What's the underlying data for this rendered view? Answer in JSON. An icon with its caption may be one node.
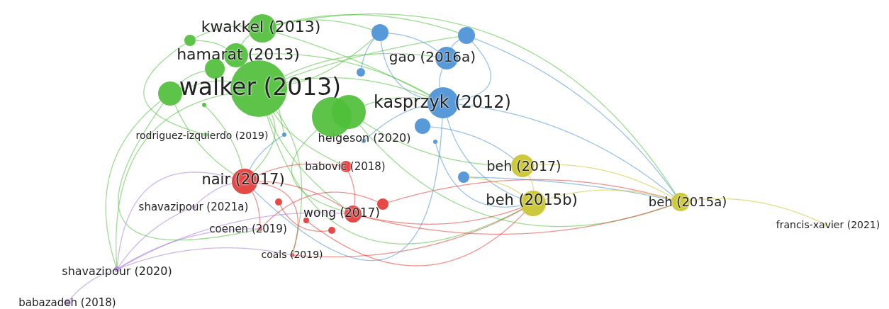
{
  "diagram": {
    "nodes": [
      {
        "text": [
          "kwakkel (2013)"
        ]
      },
      {
        "text": [
          "hamarat (2013)"
        ]
      },
      {
        "text": [
          "walker (2013)"
        ]
      },
      {
        "text": [
          "kasprzyk (2012)"
        ]
      },
      {
        "text": [
          "gao (2016a)"
        ]
      },
      {
        "text": [
          "rodriguez-izquierdo (2019)"
        ]
      },
      {
        "text": [
          "helgeson (2020)"
        ]
      },
      {
        "text": [
          "babovic (2018)"
        ]
      },
      {
        "text": [
          "nair (2017)"
        ]
      },
      {
        "text": [
          "shavazipour (2021a)"
        ]
      },
      {
        "text": [
          "wong (2017)"
        ]
      },
      {
        "text": [
          "coenen (2019)"
        ]
      },
      {
        "text": [
          "coals (2019)"
        ]
      },
      {
        "text": [
          "shavazipour (2020)"
        ]
      },
      {
        "text": [
          "babazadeh (2018)"
        ]
      },
      {
        "text": [
          "beh (2017)"
        ]
      },
      {
        "text": [
          "beh (2015b)"
        ]
      },
      {
        "text": [
          "beh (2015a)"
        ]
      },
      {
        "text": [
          "francis-xavier (2021)"
        ]
      },
      {
        "text": [],
        "shape": "circle"
      },
      {
        "text": [],
        "shape": "circle"
      },
      {
        "text": [],
        "shape": "circle"
      },
      {
        "text": [],
        "shape": "circle"
      },
      {
        "text": [],
        "shape": "circle"
      },
      {
        "text": [],
        "shape": "circle"
      },
      {
        "text": [],
        "shape": "circle"
      },
      {
        "text": [],
        "shape": "circle"
      },
      {
        "text": [],
        "shape": "circle"
      },
      {
        "text": [],
        "shape": "circle"
      },
      {
        "text": [],
        "shape": "circle"
      },
      {
        "text": [],
        "shape": "circle"
      },
      {
        "text": [],
        "shape": "circle"
      },
      {
        "text": [],
        "shape": "circle"
      },
      {
        "text": [],
        "shape": "circle"
      },
      {
        "text": [],
        "shape": "circle"
      },
      {
        "text": [],
        "shape": "circle"
      }
    ],
    "edges": [
      {
        "from": 2,
        "to": 3,
        "arrow": "none",
        "color": "#4fbf3a"
      },
      {
        "from": 2,
        "to": 4,
        "arrow": "none",
        "color": "#4fbf3a"
      },
      {
        "from": 2,
        "to": 8,
        "arrow": "none",
        "color": "#4fbf3a"
      },
      {
        "from": 2,
        "to": 10,
        "arrow": "none",
        "color": "#4fbf3a"
      },
      {
        "from": 2,
        "to": 16,
        "arrow": "none",
        "color": "#4fbf3a"
      },
      {
        "from": 2,
        "to": 19,
        "arrow": "none",
        "color": "#4fbf3a"
      },
      {
        "from": 2,
        "to": 30,
        "arrow": "none",
        "color": "#4fbf3a"
      },
      {
        "from": 2,
        "to": 25,
        "arrow": "none",
        "color": "#4fbf3a"
      },
      {
        "from": 2,
        "to": 26,
        "arrow": "none",
        "color": "#4fbf3a"
      },
      {
        "from": 2,
        "to": 13,
        "arrow": "none",
        "color": "#4fbf3a"
      },
      {
        "from": 2,
        "to": 7,
        "arrow": "none",
        "color": "#4fbf3a"
      },
      {
        "from": 2,
        "to": 12,
        "arrow": "none",
        "color": "#4fbf3a"
      },
      {
        "from": 0,
        "to": 3,
        "arrow": "none",
        "color": "#4fbf3a"
      },
      {
        "from": 0,
        "to": 26,
        "arrow": "none",
        "color": "#4fbf3a"
      },
      {
        "from": 0,
        "to": 17,
        "arrow": "none",
        "color": "#4fbf3a"
      },
      {
        "from": 0,
        "to": 21,
        "arrow": "none",
        "color": "#4fbf3a"
      },
      {
        "from": 0,
        "to": 25,
        "arrow": "none",
        "color": "#4fbf3a"
      },
      {
        "from": 1,
        "to": 3,
        "arrow": "none",
        "color": "#4fbf3a"
      },
      {
        "from": 1,
        "to": 0,
        "arrow": "none",
        "color": "#4fbf3a"
      },
      {
        "from": 1,
        "to": 21,
        "arrow": "none",
        "color": "#4fbf3a"
      },
      {
        "from": 19,
        "to": 13,
        "arrow": "none",
        "color": "#4fbf3a"
      },
      {
        "from": 19,
        "to": 8,
        "arrow": "none",
        "color": "#4fbf3a"
      },
      {
        "from": 19,
        "to": 11,
        "arrow": "none",
        "color": "#4fbf3a"
      },
      {
        "from": 23,
        "to": 3,
        "arrow": "none",
        "color": "#4fbf3a"
      },
      {
        "from": 23,
        "to": 17,
        "arrow": "none",
        "color": "#4fbf3a"
      },
      {
        "from": 22,
        "to": 10,
        "arrow": "none",
        "color": "#4fbf3a"
      },
      {
        "from": 23,
        "to": 15,
        "arrow": "none",
        "color": "#4fbf3a"
      },
      {
        "from": 20,
        "to": 19,
        "arrow": "none",
        "color": "#4fbf3a"
      },
      {
        "from": 21,
        "to": 5,
        "arrow": "none",
        "color": "#4fbf3a"
      },
      {
        "from": 24,
        "to": 8,
        "arrow": "none",
        "color": "#4fbf3a"
      },
      {
        "from": 3,
        "to": 4,
        "arrow": "none",
        "color": "#4a90d6"
      },
      {
        "from": 3,
        "to": 25,
        "arrow": "none",
        "color": "#4a90d6"
      },
      {
        "from": 3,
        "to": 26,
        "arrow": "none",
        "color": "#4a90d6"
      },
      {
        "from": 3,
        "to": 17,
        "arrow": "none",
        "color": "#4a90d6"
      },
      {
        "from": 3,
        "to": 16,
        "arrow": "none",
        "color": "#4a90d6"
      },
      {
        "from": 3,
        "to": 8,
        "arrow": "none",
        "color": "#4a90d6"
      },
      {
        "from": 4,
        "to": 25,
        "arrow": "none",
        "color": "#4a90d6"
      },
      {
        "from": 4,
        "to": 26,
        "arrow": "none",
        "color": "#4a90d6"
      },
      {
        "from": 26,
        "to": 17,
        "arrow": "none",
        "color": "#4a90d6"
      },
      {
        "from": 25,
        "to": 27,
        "arrow": "none",
        "color": "#4a90d6"
      },
      {
        "from": 28,
        "to": 15,
        "arrow": "none",
        "color": "#4a90d6"
      },
      {
        "from": 29,
        "to": 17,
        "arrow": "none",
        "color": "#4a90d6"
      },
      {
        "from": 30,
        "to": 8,
        "arrow": "none",
        "color": "#4a90d6"
      },
      {
        "from": 31,
        "to": 16,
        "arrow": "none",
        "color": "#4a90d6"
      },
      {
        "from": 6,
        "to": 3,
        "arrow": "none",
        "color": "#4a90d6"
      },
      {
        "from": 8,
        "to": 10,
        "arrow": "none",
        "color": "#e23a36"
      },
      {
        "from": 8,
        "to": 11,
        "arrow": "none",
        "color": "#e23a36"
      },
      {
        "from": 8,
        "to": 7,
        "arrow": "none",
        "color": "#e23a36"
      },
      {
        "from": 8,
        "to": 12,
        "arrow": "none",
        "color": "#e23a36"
      },
      {
        "from": 10,
        "to": 17,
        "arrow": "none",
        "color": "#e23a36"
      },
      {
        "from": 10,
        "to": 16,
        "arrow": "none",
        "color": "#e23a36"
      },
      {
        "from": 7,
        "to": 10,
        "arrow": "none",
        "color": "#e23a36"
      },
      {
        "from": 12,
        "to": 16,
        "arrow": "none",
        "color": "#e23a36"
      },
      {
        "from": 11,
        "to": 35,
        "arrow": "none",
        "color": "#e23a36"
      },
      {
        "from": 32,
        "to": 34,
        "arrow": "none",
        "color": "#e23a36"
      },
      {
        "from": 35,
        "to": 17,
        "arrow": "none",
        "color": "#e23a36"
      },
      {
        "from": 33,
        "to": 16,
        "arrow": "none",
        "color": "#e23a36"
      },
      {
        "from": 17,
        "to": 18,
        "arrow": "none",
        "color": "#c9c42c"
      },
      {
        "from": 17,
        "to": 15,
        "arrow": "none",
        "color": "#c9c42c"
      },
      {
        "from": 17,
        "to": 16,
        "arrow": "none",
        "color": "#c9c42c"
      },
      {
        "from": 15,
        "to": 16,
        "arrow": "none",
        "color": "#c9c42c"
      },
      {
        "from": 16,
        "to": 29,
        "arrow": "none",
        "color": "#c9c42c"
      },
      {
        "from": 13,
        "to": 14,
        "arrow": "none",
        "color": "#a77bd8"
      },
      {
        "from": 13,
        "to": 9,
        "arrow": "none",
        "color": "#a77bd8"
      },
      {
        "from": 13,
        "to": 8,
        "arrow": "none",
        "color": "#a77bd8"
      },
      {
        "from": 13,
        "to": 10,
        "arrow": "none",
        "color": "#a77bd8"
      },
      {
        "from": 13,
        "to": 11,
        "arrow": "none",
        "color": "#a77bd8"
      },
      {
        "from": 9,
        "to": 8,
        "arrow": "none",
        "color": "#a77bd8"
      },
      {
        "from": 13,
        "to": 12,
        "arrow": "none",
        "color": "#a77bd8"
      }
    ]
  }
}
